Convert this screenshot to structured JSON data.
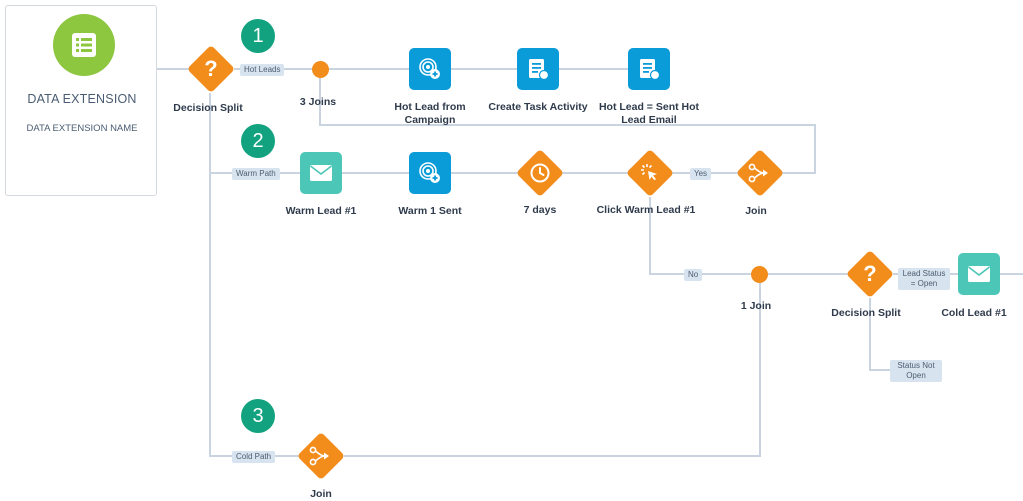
{
  "entry": {
    "title": "DATA EXTENSION",
    "subtitle": "DATA EXTENSION NAME",
    "icon": "list-icon"
  },
  "steps": [
    "1",
    "2",
    "3"
  ],
  "nodes": {
    "decision_split_1": "Decision Split",
    "three_joins": "3 Joins",
    "hot_lead_campaign": "Hot Lead from Campaign",
    "create_task": "Create Task Activity",
    "hot_lead_sent": "Hot Lead = Sent Hot Lead Email",
    "warm_lead_1": "Warm Lead #1",
    "warm_1_sent": "Warm 1 Sent",
    "seven_days": "7 days",
    "click_warm_lead": "Click Warm Lead #1",
    "join_1": "Join",
    "one_join": "1 Join",
    "decision_split_2": "Decision Split",
    "cold_lead_1": "Cold Lead #1",
    "join_2": "Join"
  },
  "paths": {
    "hot_leads": "Hot Leads",
    "warm_path": "Warm Path",
    "cold_path": "Cold Path",
    "yes": "Yes",
    "no": "No",
    "lead_status_open": "Lead Status = Open",
    "status_not_open": "Status Not Open"
  },
  "colors": {
    "orange": "#f28c1b",
    "blue": "#0a9bd9",
    "teal": "#4cc6b7",
    "green_step": "#12a27f",
    "entry_green": "#8dc63f",
    "connector": "#c9d4e0"
  }
}
